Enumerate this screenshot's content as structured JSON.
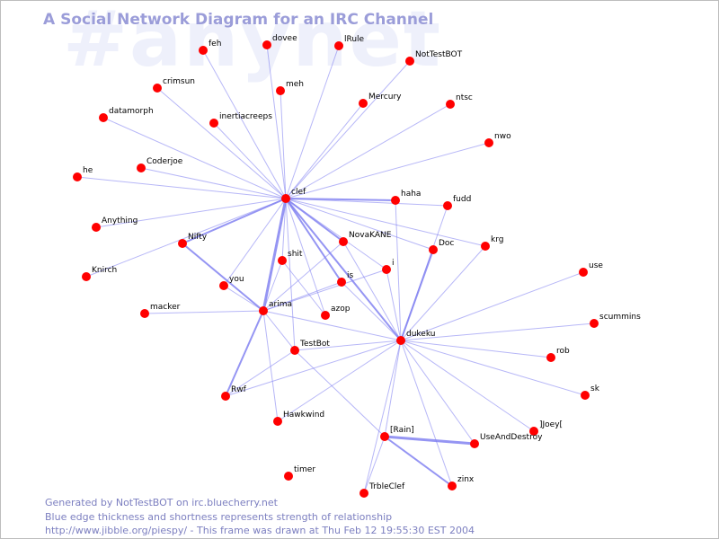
{
  "channel_watermark": "#anynet",
  "title": "A Social Network Diagram for an IRC Channel",
  "footer": {
    "line1": "Generated by NotTestBOT on irc.bluecherry.net",
    "line2": "Blue edge thickness and shortness represents strength of relationship",
    "line3": "http://www.jibble.org/piespy/ - This frame was drawn at Thu Feb 12 19:55:30 EST 2004"
  },
  "colors": {
    "node": "#ff0000",
    "edge": "#7b7bf0",
    "title": "#9b9dd9"
  },
  "nodes": [
    "feh",
    "dovee",
    "lRule",
    "NotTestBOT",
    "crimsun",
    "meh",
    "Mercury",
    "ntsc",
    "datamorph",
    "inertiacreeps",
    "nwo",
    "he",
    "Coderjoe",
    "clef",
    "haha",
    "fudd",
    "Anything",
    "Nifty",
    "NovaKANE",
    "Doc",
    "krg",
    "Knirch",
    "shit",
    "i",
    "use",
    "you",
    "is",
    "macker",
    "arima",
    "azop",
    "scummins",
    "dukeku",
    "TestBot",
    "rob",
    "Rwf",
    "sk",
    "Hawkwind",
    "]Joey[",
    "[Rain]",
    "UseAndDestroy",
    "timer",
    "zinx",
    "TrbleClef"
  ],
  "edges": [
    {
      "a": "clef",
      "b": "feh",
      "w": 1
    },
    {
      "a": "clef",
      "b": "dovee",
      "w": 1
    },
    {
      "a": "clef",
      "b": "lRule",
      "w": 1
    },
    {
      "a": "clef",
      "b": "NotTestBOT",
      "w": 1
    },
    {
      "a": "clef",
      "b": "crimsun",
      "w": 1
    },
    {
      "a": "clef",
      "b": "meh",
      "w": 1
    },
    {
      "a": "clef",
      "b": "Mercury",
      "w": 1
    },
    {
      "a": "clef",
      "b": "ntsc",
      "w": 1
    },
    {
      "a": "clef",
      "b": "datamorph",
      "w": 1
    },
    {
      "a": "clef",
      "b": "inertiacreeps",
      "w": 1
    },
    {
      "a": "clef",
      "b": "nwo",
      "w": 1
    },
    {
      "a": "clef",
      "b": "he",
      "w": 1
    },
    {
      "a": "clef",
      "b": "Coderjoe",
      "w": 1
    },
    {
      "a": "clef",
      "b": "haha",
      "w": 2
    },
    {
      "a": "clef",
      "b": "fudd",
      "w": 1
    },
    {
      "a": "clef",
      "b": "Anything",
      "w": 1
    },
    {
      "a": "clef",
      "b": "Nifty",
      "w": 2
    },
    {
      "a": "clef",
      "b": "NovaKANE",
      "w": 2
    },
    {
      "a": "clef",
      "b": "Doc",
      "w": 1
    },
    {
      "a": "clef",
      "b": "krg",
      "w": 1
    },
    {
      "a": "clef",
      "b": "Knirch",
      "w": 1
    },
    {
      "a": "clef",
      "b": "shit",
      "w": 1
    },
    {
      "a": "clef",
      "b": "i",
      "w": 1
    },
    {
      "a": "clef",
      "b": "you",
      "w": 1
    },
    {
      "a": "clef",
      "b": "is",
      "w": 2
    },
    {
      "a": "clef",
      "b": "arima",
      "w": 3
    },
    {
      "a": "clef",
      "b": "azop",
      "w": 1
    },
    {
      "a": "clef",
      "b": "dukeku",
      "w": 2
    },
    {
      "a": "clef",
      "b": "TestBot",
      "w": 1
    },
    {
      "a": "Nifty",
      "b": "arima",
      "w": 2
    },
    {
      "a": "you",
      "b": "arima",
      "w": 1
    },
    {
      "a": "macker",
      "b": "arima",
      "w": 1
    },
    {
      "a": "shit",
      "b": "arima",
      "w": 1
    },
    {
      "a": "shit",
      "b": "azop",
      "w": 1
    },
    {
      "a": "NovaKANE",
      "b": "arima",
      "w": 1
    },
    {
      "a": "arima",
      "b": "is",
      "w": 1
    },
    {
      "a": "arima",
      "b": "i",
      "w": 1
    },
    {
      "a": "arima",
      "b": "dukeku",
      "w": 1
    },
    {
      "a": "arima",
      "b": "Rwf",
      "w": 2
    },
    {
      "a": "arima",
      "b": "Hawkwind",
      "w": 1
    },
    {
      "a": "arima",
      "b": "TestBot",
      "w": 1
    },
    {
      "a": "TestBot",
      "b": "Rwf",
      "w": 1
    },
    {
      "a": "TestBot",
      "b": "dukeku",
      "w": 1
    },
    {
      "a": "TestBot",
      "b": "[Rain]",
      "w": 1
    },
    {
      "a": "dukeku",
      "b": "haha",
      "w": 1
    },
    {
      "a": "dukeku",
      "b": "fudd",
      "w": 1
    },
    {
      "a": "dukeku",
      "b": "Doc",
      "w": 2
    },
    {
      "a": "dukeku",
      "b": "krg",
      "w": 1
    },
    {
      "a": "dukeku",
      "b": "NovaKANE",
      "w": 1
    },
    {
      "a": "dukeku",
      "b": "i",
      "w": 1
    },
    {
      "a": "dukeku",
      "b": "is",
      "w": 1
    },
    {
      "a": "dukeku",
      "b": "use",
      "w": 1
    },
    {
      "a": "dukeku",
      "b": "scummins",
      "w": 1
    },
    {
      "a": "dukeku",
      "b": "rob",
      "w": 1
    },
    {
      "a": "dukeku",
      "b": "sk",
      "w": 1
    },
    {
      "a": "dukeku",
      "b": "]Joey[",
      "w": 1
    },
    {
      "a": "dukeku",
      "b": "UseAndDestroy",
      "w": 1
    },
    {
      "a": "dukeku",
      "b": "[Rain]",
      "w": 1
    },
    {
      "a": "dukeku",
      "b": "zinx",
      "w": 1
    },
    {
      "a": "dukeku",
      "b": "TrbleClef",
      "w": 1
    },
    {
      "a": "dukeku",
      "b": "Rwf",
      "w": 1
    },
    {
      "a": "dukeku",
      "b": "Hawkwind",
      "w": 1
    },
    {
      "a": "[Rain]",
      "b": "UseAndDestroy",
      "w": 3
    },
    {
      "a": "[Rain]",
      "b": "zinx",
      "w": 2
    },
    {
      "a": "[Rain]",
      "b": "TrbleClef",
      "w": 1
    }
  ]
}
